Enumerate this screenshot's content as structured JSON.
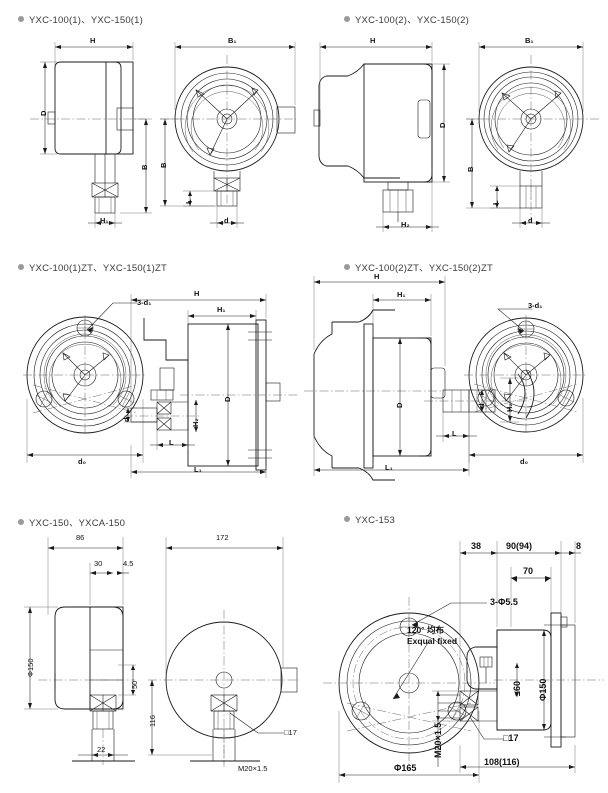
{
  "document": {
    "kind": "engineering-dimension-drawing",
    "subject": "YXC series electric contact pressure gauge outline dimensions"
  },
  "panels": [
    {
      "id": "p1",
      "title": "YXC-100(1)、YXC-150(1)",
      "labels": [
        "H",
        "D",
        "B",
        "H₁",
        "B₁",
        "B",
        "L",
        "d"
      ]
    },
    {
      "id": "p2",
      "title": "YXC-100(2)、YXC-150(2)",
      "labels": [
        "H",
        "D",
        "H₂",
        "B₁",
        "B",
        "L",
        "d"
      ]
    },
    {
      "id": "p3",
      "title": "YXC-100(1)ZT、YXC-150(1)ZT",
      "labels": [
        "3-d₁",
        "d₀",
        "H",
        "H₁",
        "D",
        "H₂",
        "d",
        "L",
        "L₁"
      ]
    },
    {
      "id": "p4",
      "title": "YXC-100(2)ZT、YXC-150(2)ZT",
      "labels": [
        "H",
        "H₁",
        "D",
        "H₂",
        "d",
        "L",
        "L₁",
        "3-d₁",
        "d₀"
      ]
    },
    {
      "id": "p5",
      "title": "YXC-150、YXCA-150",
      "labels": [
        "86",
        "30",
        "4.5",
        "Φ150",
        "50",
        "22",
        "172",
        "116",
        "□17",
        "M20×1.5"
      ]
    },
    {
      "id": "p6",
      "title": "YXC-153",
      "labels": [
        "3-Φ5.5",
        "120° 均布",
        "Exqual fixed",
        "Φ165",
        "38",
        "90(94)",
        "70",
        "8",
        "Φ150",
        "≤60",
        "M20×1.5",
        "□17",
        "108(116)"
      ]
    }
  ],
  "p1": {
    "title": "YXC-100(1)、YXC-150(1)",
    "H": "H",
    "D": "D",
    "B": "B",
    "H1": "H₁",
    "B1": "B₁",
    "B2": "B",
    "L": "L",
    "d": "d"
  },
  "p2": {
    "title": "YXC-100(2)、YXC-150(2)",
    "H": "H",
    "D": "D",
    "H2": "H₂",
    "B1": "B₁",
    "B": "B",
    "L": "L",
    "d": "d"
  },
  "p3": {
    "title": "YXC-100(1)ZT、YXC-150(1)ZT",
    "holes": "3-d₁",
    "d0": "d₀",
    "H": "H",
    "H1": "H₁",
    "D": "D",
    "H2": "H₂",
    "d": "d",
    "L": "L",
    "L1": "L₁"
  },
  "p4": {
    "title": "YXC-100(2)ZT、YXC-150(2)ZT",
    "H": "H",
    "H1": "H₁",
    "D": "D",
    "H2": "H₂",
    "d": "d",
    "L": "L",
    "L1": "L₁",
    "holes": "3-d₁",
    "d0": "d₀"
  },
  "p5": {
    "title": "YXC-150、YXCA-150",
    "w86": "86",
    "w30": "30",
    "w45": "4.5",
    "d150": "Φ150",
    "h50": "50",
    "w22": "22",
    "w172": "172",
    "h116": "116",
    "sq17": "□17",
    "thread": "M20×1.5"
  },
  "p6": {
    "title": "YXC-153",
    "holes": "3-Φ5.5",
    "note_cn": "120° 均布",
    "note_en": "Exqual fixed",
    "d165": "Φ165",
    "w38": "38",
    "w90": "90(94)",
    "w70": "70",
    "w8": "8",
    "d150": "Φ150",
    "h60": "≤60",
    "thread": "M20×1.5",
    "sq17": "□17",
    "w108": "108(116)"
  }
}
